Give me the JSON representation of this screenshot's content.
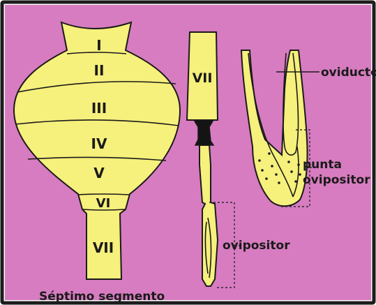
{
  "colors": {
    "background": "#d77cc0",
    "frame": "#1c1c1c",
    "body_fill": "#f6f07c",
    "outline": "#1a1a1a",
    "sclerite": "#141414",
    "dash": "#2a2a2a"
  },
  "abdomen": {
    "segments": [
      "I",
      "II",
      "III",
      "IV",
      "V",
      "VI",
      "VII"
    ]
  },
  "caption": "Séptimo segmento",
  "middle": {
    "segment_label": "VII",
    "ovipositor_label": "ovipositor"
  },
  "right": {
    "oviduct_label": "oviducto",
    "tip_label_line1": "punta",
    "tip_label_line2": "ovipositor"
  }
}
